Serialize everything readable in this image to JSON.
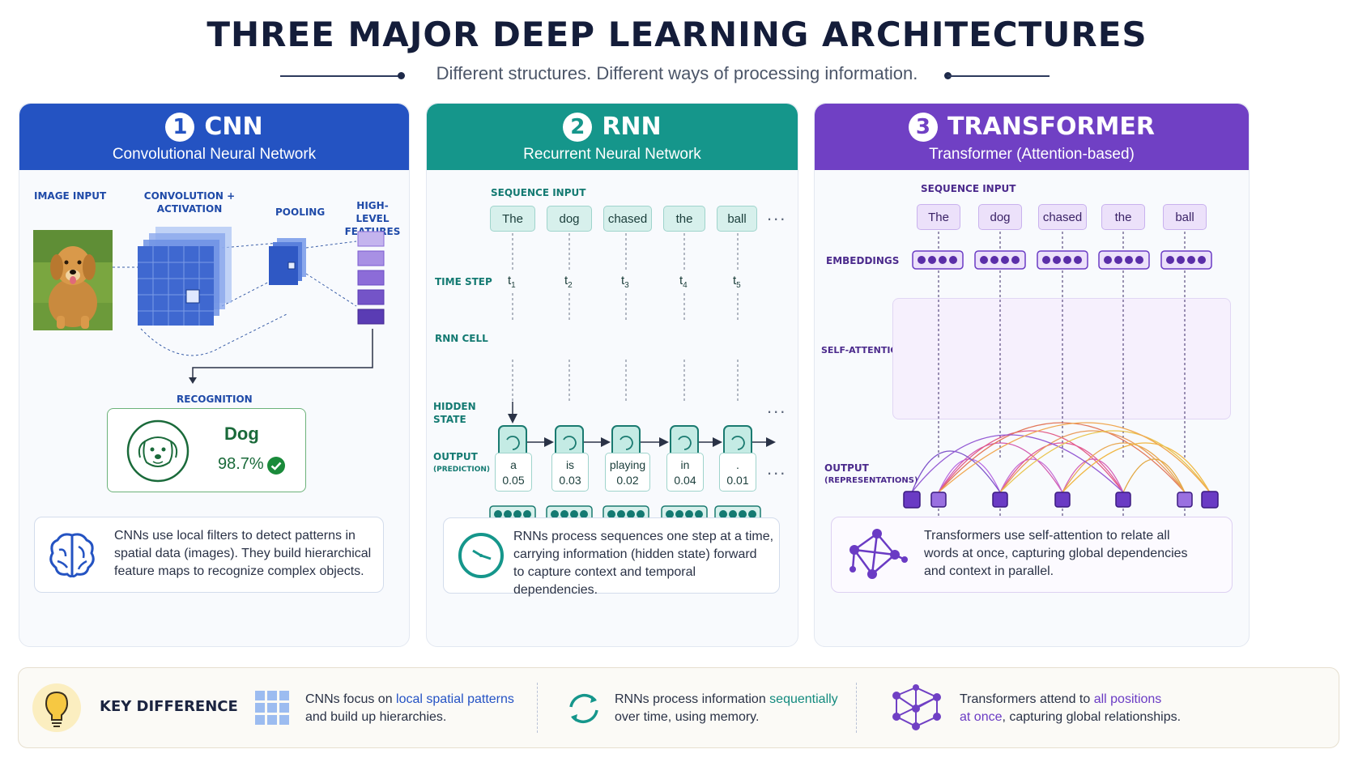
{
  "header": {
    "title": "THREE MAJOR DEEP LEARNING ARCHITECTURES",
    "subtitle": "Different structures. Different ways of processing information."
  },
  "colors": {
    "cnn": "#2453c2",
    "rnn": "#15968b",
    "transformer": "#7040c4",
    "success": "#1a8a3a"
  },
  "cnn": {
    "number": "1",
    "title": "CNN",
    "subtitle": "Convolutional Neural Network",
    "labels": {
      "image_input": "IMAGE INPUT",
      "convolution": "CONVOLUTION +",
      "activation": "ACTIVATION",
      "pooling": "POOLING",
      "high_level": "HIGH-LEVEL",
      "features": "FEATURES",
      "recognition": "RECOGNITION"
    },
    "result": {
      "label": "Dog",
      "confidence": "98.7%"
    },
    "description": [
      "CNNs use local filters to detect patterns in",
      "spatial data (images). They build hierarchical",
      "feature maps to recognize complex objects."
    ],
    "icon": "brain-icon"
  },
  "rnn": {
    "number": "2",
    "title": "RNN",
    "subtitle": "Recurrent Neural Network",
    "labels": {
      "sequence_input": "SEQUENCE INPUT",
      "time_step": "TIME STEP",
      "rnn_cell": "RNN CELL",
      "hidden": "HIDDEN",
      "state": "STATE",
      "output": "OUTPUT",
      "prediction": "(PREDICTION)"
    },
    "tokens": [
      "The",
      "dog",
      "chased",
      "the",
      "ball"
    ],
    "time_steps": [
      "t",
      "t",
      "t",
      "t",
      "t"
    ],
    "time_subscripts": [
      "1",
      "2",
      "3",
      "4",
      "5"
    ],
    "outputs": [
      {
        "word": "a",
        "prob": "0.05"
      },
      {
        "word": "is",
        "prob": "0.03"
      },
      {
        "word": "playing",
        "prob": "0.02"
      },
      {
        "word": "in",
        "prob": "0.04"
      },
      {
        "word": ".",
        "prob": "0.01"
      }
    ],
    "ellipsis": "...",
    "description": [
      "RNNs process sequences one step at a time,",
      "carrying information (hidden state) forward",
      "to capture context and temporal dependencies."
    ],
    "icon": "clock-icon"
  },
  "transformer": {
    "number": "3",
    "title": "TRANSFORMER",
    "subtitle": "Transformer (Attention-based)",
    "labels": {
      "sequence_input": "SEQUENCE INPUT",
      "embeddings": "EMBEDDINGS",
      "self_attention": "SELF-ATTENTION",
      "output": "OUTPUT",
      "representations": "(REPRESENTATIONS)"
    },
    "tokens": [
      "The",
      "dog",
      "chased",
      "the",
      "ball"
    ],
    "description": [
      "Transformers use self-attention to relate all",
      "words at once, capturing global dependencies",
      "and context in parallel."
    ],
    "icon": "network-icon"
  },
  "key_difference": {
    "title": "KEY DIFFERENCE",
    "cnn": {
      "pre": "CNNs focus on ",
      "hl": "local spatial patterns",
      "line2": "and build up hierarchies."
    },
    "rnn": {
      "pre": "RNNs process information ",
      "hl": "sequentially",
      "line2": "over time, using memory."
    },
    "transformer": {
      "pre": "Transformers attend to ",
      "hl": "all positions",
      "line2_hl": "at once",
      "line2": ", capturing global relationships."
    }
  }
}
